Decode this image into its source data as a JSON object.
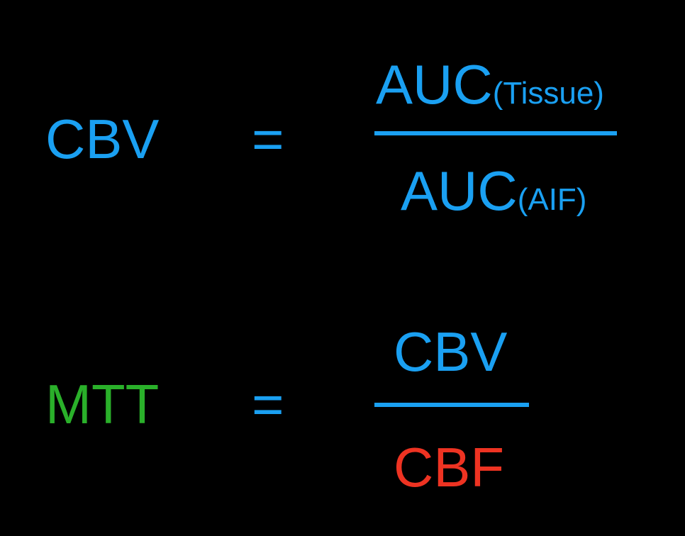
{
  "colors": {
    "background": "#000000",
    "blue": "#1aa0f2",
    "green": "#2ab02a",
    "red": "#ee3322"
  },
  "formula_cbv": {
    "lhs": "CBV",
    "equals": "=",
    "numerator_main": "AUC",
    "numerator_sub": "(Tissue)",
    "denominator_main": "AUC",
    "denominator_sub": "(AIF)"
  },
  "formula_mtt": {
    "lhs": "MTT",
    "equals": "=",
    "numerator": "CBV",
    "denominator": "CBF"
  }
}
